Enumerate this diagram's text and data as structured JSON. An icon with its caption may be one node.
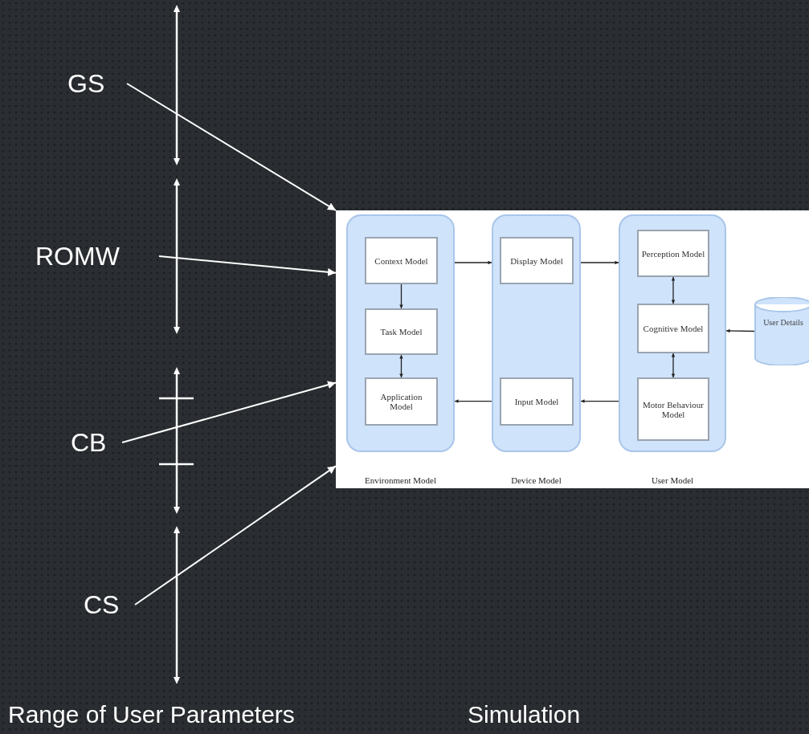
{
  "diagram": {
    "nodes": [
      {
        "text": [
          "GS"
        ]
      },
      {
        "text": [
          "ROMW"
        ]
      },
      {
        "text": [
          "CB"
        ]
      },
      {
        "text": [
          "CS"
        ]
      },
      {
        "text": [],
        "shape": "box"
      },
      {
        "text": [
          "Environment Model"
        ],
        "in": 4
      },
      {
        "text": [
          "Context Model"
        ],
        "in": 5
      },
      {
        "text": [
          "Task Model"
        ],
        "in": 5
      },
      {
        "text": [
          "Application Model"
        ],
        "in": 5
      },
      {
        "text": [
          "Device Model"
        ],
        "in": 4
      },
      {
        "text": [
          "Display Model"
        ],
        "in": 9
      },
      {
        "text": [
          "Input Model"
        ],
        "in": 9
      },
      {
        "text": [
          "User Model"
        ],
        "in": 4
      },
      {
        "text": [
          "Perception Model"
        ],
        "in": 12
      },
      {
        "text": [
          "Cognitive Model"
        ],
        "in": 12
      },
      {
        "text": [
          "Motor Behaviour Model"
        ],
        "in": 12
      },
      {
        "text": [
          "User Details"
        ],
        "in": 4
      }
    ],
    "edges": [
      {
        "from": 0,
        "to": 4,
        "arrow": "to",
        "color": "#ffffff"
      },
      {
        "from": 1,
        "to": 4,
        "arrow": "to",
        "color": "#ffffff"
      },
      {
        "from": 2,
        "to": 4,
        "arrow": "to",
        "color": "#ffffff"
      },
      {
        "from": 3,
        "to": 4,
        "arrow": "to",
        "color": "#ffffff"
      },
      {
        "from": 5,
        "to": 9,
        "arrow": "to"
      },
      {
        "from": 9,
        "to": 12,
        "arrow": "to"
      },
      {
        "from": 6,
        "to": 7,
        "arrow": "to"
      },
      {
        "from": 7,
        "to": 8,
        "arrow": "both"
      },
      {
        "from": 13,
        "to": 14,
        "arrow": "both"
      },
      {
        "from": 14,
        "to": 15,
        "arrow": "both"
      },
      {
        "from": 16,
        "to": 12,
        "arrow": "to"
      },
      {
        "from": 12,
        "to": 9,
        "arrow": "to"
      },
      {
        "from": 9,
        "to": 5,
        "arrow": "to"
      }
    ],
    "labels": [
      "Range of User Parameters",
      "Simulation"
    ]
  }
}
